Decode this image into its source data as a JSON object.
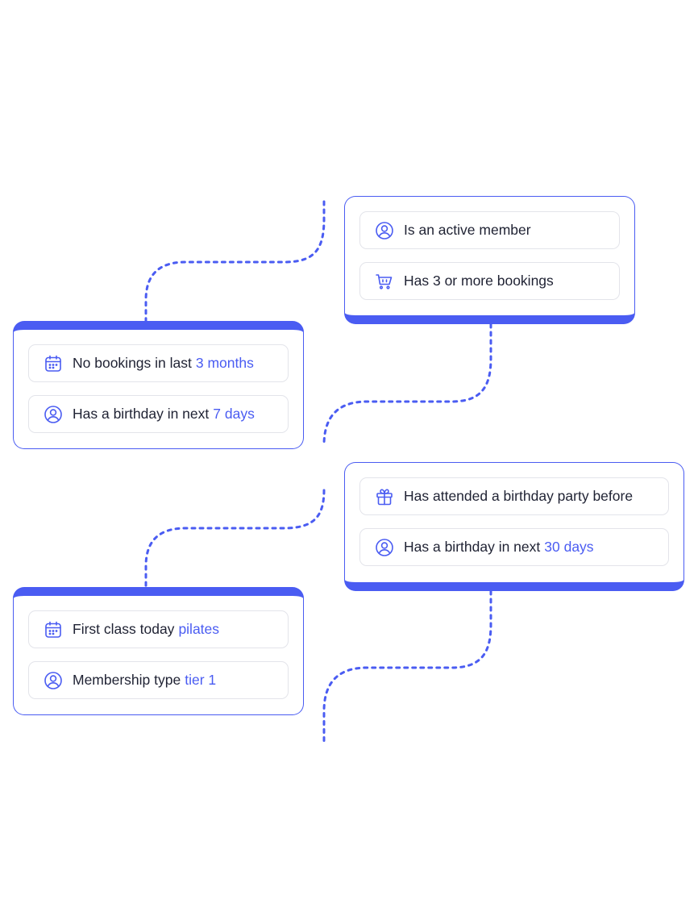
{
  "colors": {
    "accent": "#4a5cf2",
    "text": "#1f2233",
    "row_border": "#e3e4ea",
    "background": "#ffffff"
  },
  "cards": [
    {
      "id": "active-member-card",
      "conditions": [
        {
          "icon": "user-icon",
          "text": "Is an active member",
          "highlight": ""
        },
        {
          "icon": "basket-icon",
          "text": "Has 3 or more bookings",
          "highlight": ""
        }
      ]
    },
    {
      "id": "no-bookings-card",
      "conditions": [
        {
          "icon": "calendar-icon",
          "text": "No bookings in last",
          "highlight": "3 months"
        },
        {
          "icon": "user-icon",
          "text": "Has a birthday in next",
          "highlight": "7 days"
        }
      ]
    },
    {
      "id": "birthday-party-card",
      "conditions": [
        {
          "icon": "gift-icon",
          "text": "Has attended a birthday party before",
          "highlight": ""
        },
        {
          "icon": "user-icon",
          "text": "Has a birthday in next",
          "highlight": "30 days"
        }
      ]
    },
    {
      "id": "first-class-card",
      "conditions": [
        {
          "icon": "calendar-icon",
          "text": "First class today",
          "highlight": "pilates"
        },
        {
          "icon": "user-icon",
          "text": "Membership type",
          "highlight": "tier 1"
        }
      ]
    }
  ]
}
